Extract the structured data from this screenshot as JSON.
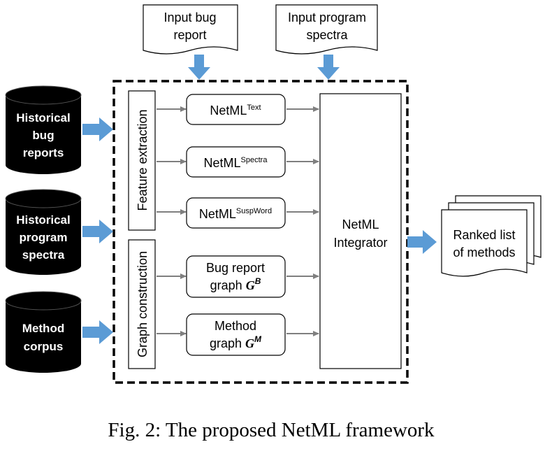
{
  "inputs": {
    "bug_report": [
      "Input bug",
      "report"
    ],
    "program_spectra": [
      "Input program",
      "spectra"
    ]
  },
  "databases": [
    [
      "Historical",
      "bug",
      "reports"
    ],
    [
      "Historical",
      "program",
      "spectra"
    ],
    [
      "Method",
      "corpus"
    ]
  ],
  "stages": {
    "feature_extraction": "Feature extraction",
    "graph_construction": "Graph construction"
  },
  "components": {
    "text": {
      "base": "NetML",
      "sup": "Text"
    },
    "spectra": {
      "base": "NetML",
      "sup": "Spectra"
    },
    "suspword": {
      "base": "NetML",
      "sup": "SuspWord"
    },
    "bug_graph": {
      "line1": "Bug report",
      "line2": "graph ",
      "sym": "G",
      "sup": "B"
    },
    "method_graph": {
      "line1": "Method",
      "line2": "graph ",
      "sym": "G",
      "sup": "M"
    }
  },
  "integrator": [
    "NetML",
    "Integrator"
  ],
  "output": [
    "Ranked list",
    "of methods"
  ],
  "caption": "Fig. 2: The proposed NetML framework",
  "colors": {
    "arrow_blue": "#5b9bd5",
    "arrow_gray": "#7f7f7f",
    "cylinder": "#000000"
  }
}
